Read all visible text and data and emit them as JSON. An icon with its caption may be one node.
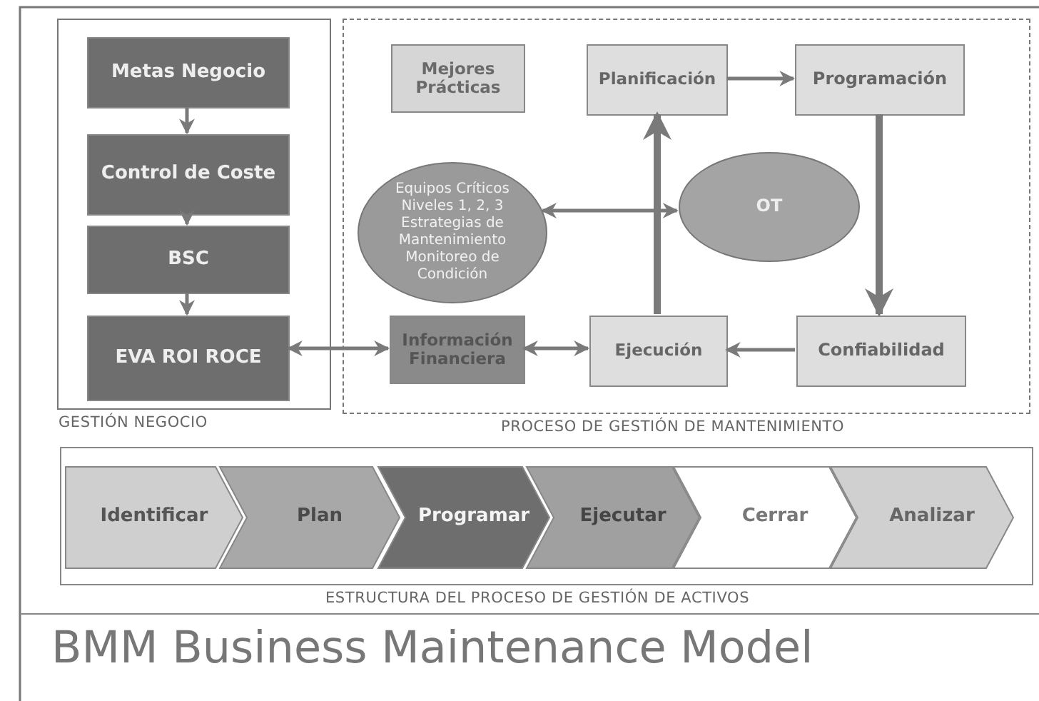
{
  "diagram": {
    "title": "BMM Business Maintenance Model",
    "nodes": [
      {
        "text": [
          "GESTIÓN NEGOCIO"
        ]
      },
      {
        "text": [
          "Metas Negocio"
        ],
        "in": 0
      },
      {
        "text": [
          "Control de Coste"
        ],
        "in": 0
      },
      {
        "text": [
          "BSC"
        ],
        "in": 0
      },
      {
        "text": [
          "EVA ROI ROCE"
        ],
        "in": 0
      },
      {
        "text": [
          "PROCESO DE GESTIÓN DE MANTENIMIENTO"
        ]
      },
      {
        "text": [
          "Mejores Prácticas"
        ],
        "in": 5
      },
      {
        "text": [
          "Planificación"
        ],
        "in": 5
      },
      {
        "text": [
          "Programación"
        ],
        "in": 5
      },
      {
        "text": [
          "Equipos Críticos Niveles 1, 2, 3 Estrategias de Mantenimiento Monitoreo de Condición"
        ],
        "in": 5
      },
      {
        "text": [
          "OT"
        ],
        "in": 5
      },
      {
        "text": [
          "Información Financiera"
        ],
        "in": 5
      },
      {
        "text": [
          "Ejecución"
        ],
        "in": 5
      },
      {
        "text": [
          "Confiabilidad"
        ],
        "in": 5
      },
      {
        "text": [
          "ESTRUCTURA DEL PROCESO DE GESTIÓN DE ACTIVOS"
        ]
      },
      {
        "text": [
          "Identificar"
        ],
        "in": 14
      },
      {
        "text": [
          "Plan"
        ],
        "in": 14
      },
      {
        "text": [
          "Programar"
        ],
        "in": 14
      },
      {
        "text": [
          "Ejecutar"
        ],
        "in": 14
      },
      {
        "text": [
          "Cerrar"
        ],
        "in": 14
      },
      {
        "text": [
          "Analizar"
        ],
        "in": 14
      }
    ],
    "edges": [
      {
        "from": 1,
        "to": 2,
        "arrow": "to"
      },
      {
        "from": 2,
        "to": 3,
        "arrow": "to"
      },
      {
        "from": 3,
        "to": 4,
        "arrow": "to"
      },
      {
        "from": 4,
        "to": 11,
        "arrow": "both"
      },
      {
        "from": 7,
        "to": 8,
        "arrow": "to"
      },
      {
        "from": 8,
        "to": 13,
        "arrow": "to",
        "style": "thick"
      },
      {
        "from": 13,
        "to": 12,
        "arrow": "to"
      },
      {
        "from": 12,
        "to": 7,
        "arrow": "to",
        "style": "thick"
      },
      {
        "from": 9,
        "to": 10,
        "arrow": "both"
      },
      {
        "from": 11,
        "to": 12,
        "arrow": "both"
      }
    ]
  }
}
